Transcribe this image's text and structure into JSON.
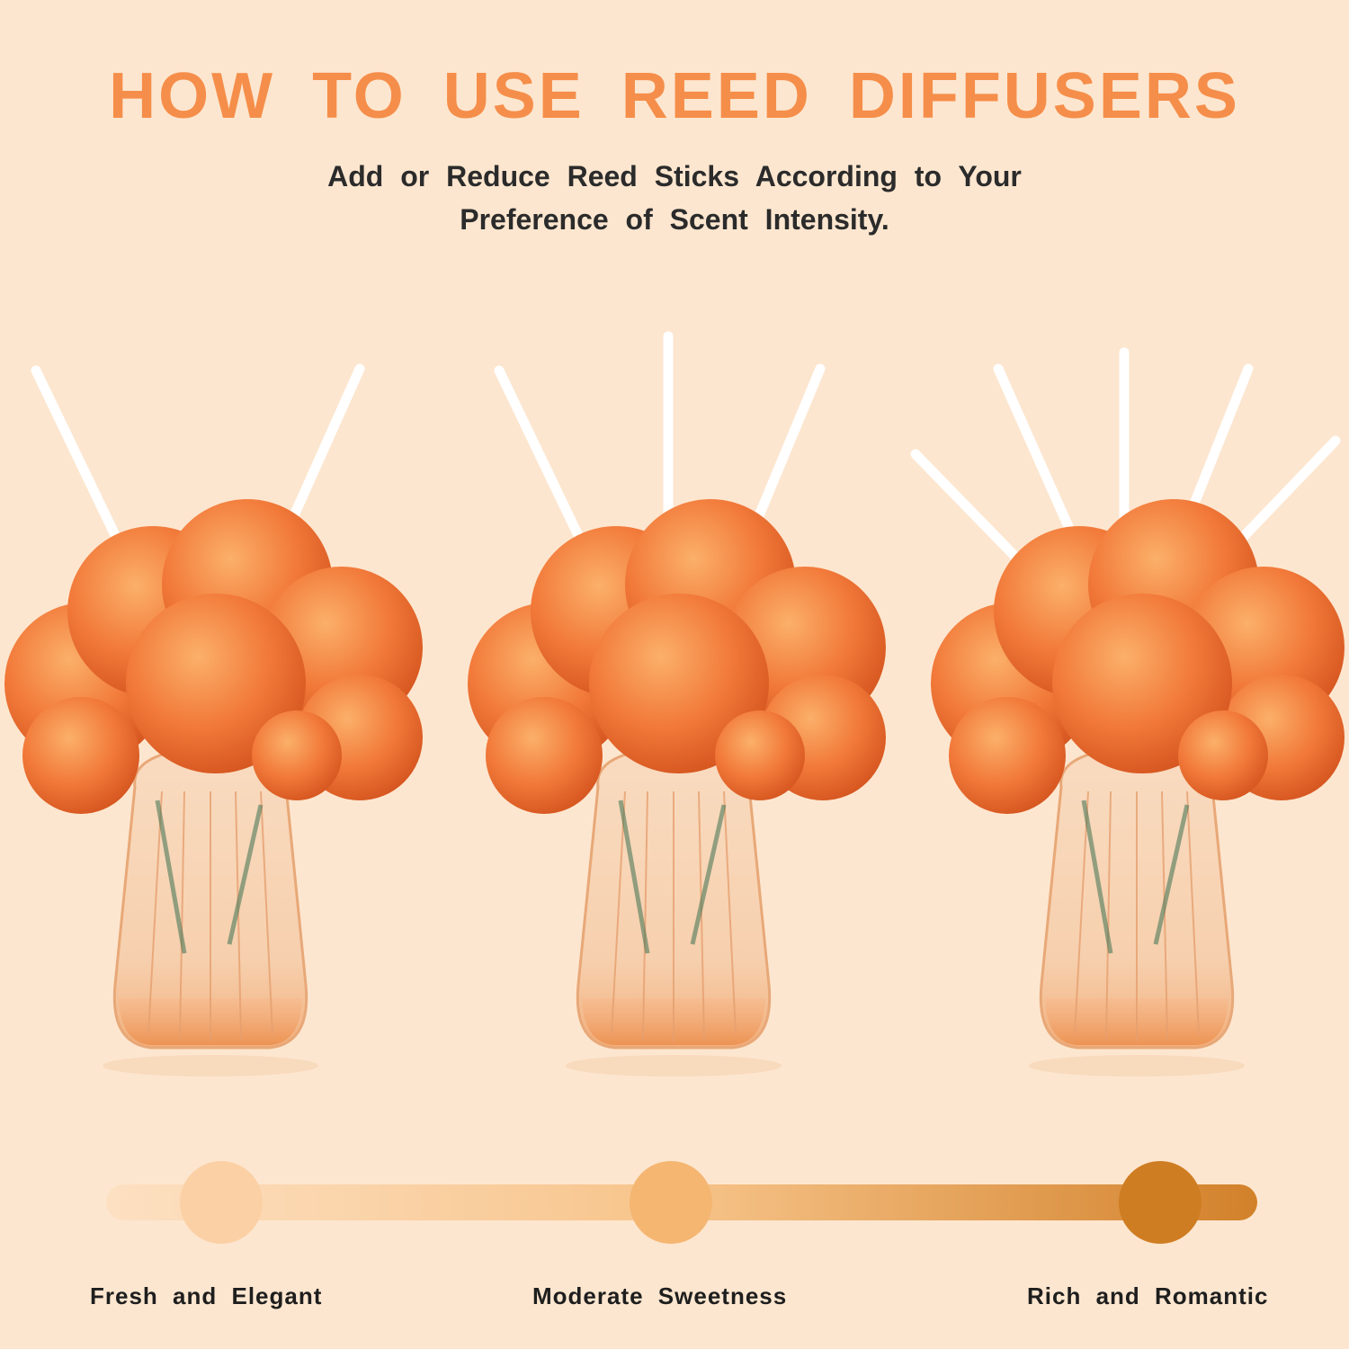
{
  "header": {
    "title": "HOW TO USE REED DIFFUSERS",
    "subtitle_line1": "Add or Reduce Reed Sticks According to Your",
    "subtitle_line2": "Preference of Scent Intensity."
  },
  "diffusers": [
    {
      "reed_count": 2
    },
    {
      "reed_count": 3
    },
    {
      "reed_count": 5
    }
  ],
  "intensity_scale": {
    "levels": [
      {
        "label": "Fresh and Elegant",
        "color": "#fbd0a5"
      },
      {
        "label": "Moderate Sweetness",
        "color": "#f5b672"
      },
      {
        "label": "Rich and Romantic",
        "color": "#cf7d22"
      }
    ]
  },
  "colors": {
    "background": "#fde6cf",
    "title": "#f58e4a",
    "flower": "#f27a3a",
    "glass": "#f3c7a0"
  }
}
